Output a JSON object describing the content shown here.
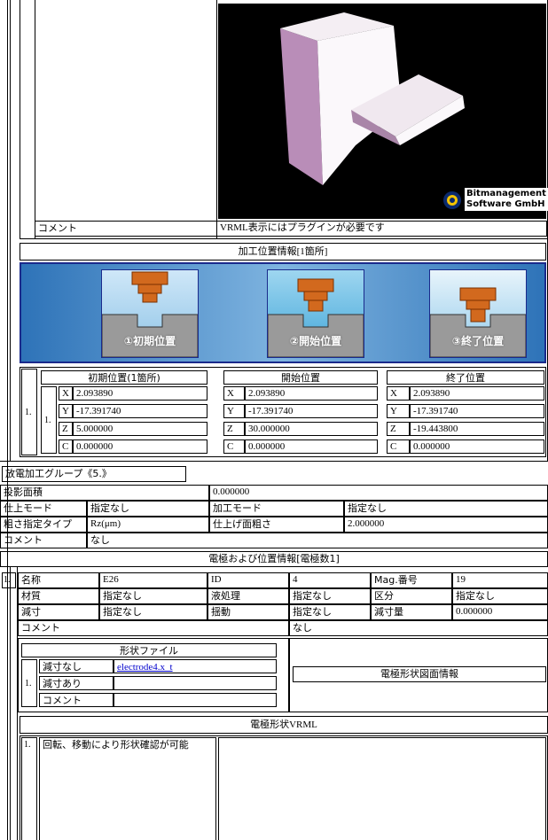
{
  "vrml_section": {
    "comment_label": "コメント",
    "comment_value": "VRML表示にはプラグインが必要です",
    "logo_line1": "Bitmanagement",
    "logo_line2": "Software GmbH"
  },
  "machining": {
    "title": "加工位置情報[1箇所]",
    "phase_labels": [
      "①初期位置",
      "②開始位置",
      "③終了位置"
    ],
    "row_index": "1.",
    "sub_index": "1.",
    "initial": {
      "header": "初期位置(1箇所)",
      "rows": [
        {
          "axis": "X",
          "value": "2.093890"
        },
        {
          "axis": "Y",
          "value": "-17.391740"
        },
        {
          "axis": "Z",
          "value": "5.000000"
        },
        {
          "axis": "C",
          "value": "0.000000"
        }
      ]
    },
    "start": {
      "header": "開始位置",
      "rows": [
        {
          "axis": "X",
          "value": "2.093890"
        },
        {
          "axis": "Y",
          "value": "-17.391740"
        },
        {
          "axis": "Z",
          "value": "30.000000"
        },
        {
          "axis": "C",
          "value": "0.000000"
        }
      ]
    },
    "end": {
      "header": "終了位置",
      "rows": [
        {
          "axis": "X",
          "value": "2.093890"
        },
        {
          "axis": "Y",
          "value": "-17.391740"
        },
        {
          "axis": "Z",
          "value": "-19.443800"
        },
        {
          "axis": "C",
          "value": "0.000000"
        }
      ]
    }
  },
  "group": {
    "title": "放電加工グループ《5.》",
    "projected_area_label": "投影面積",
    "projected_area_value": "0.000000",
    "finish_mode_label": "仕上モード",
    "finish_mode_value": "指定なし",
    "machining_mode_label": "加工モード",
    "machining_mode_value": "指定なし",
    "roughness_type_label": "粗さ指定タイプ",
    "roughness_type_value": "Rz(μm)",
    "finish_roughness_label": "仕上げ面粗さ",
    "finish_roughness_value": "2.000000",
    "comment_label": "コメント",
    "comment_value": "なし"
  },
  "electrode": {
    "title": "電極および位置情報[電極数1]",
    "index": "1.",
    "name_label": "名称",
    "name_value": "E26",
    "id_label": "ID",
    "id_value": "4",
    "mag_label": "Mag.番号",
    "mag_value": "19",
    "material_label": "材質",
    "material_value": "指定なし",
    "liquid_label": "液処理",
    "liquid_value": "指定なし",
    "class_label": "区分",
    "class_value": "指定なし",
    "reduction_label": "減寸",
    "reduction_value": "指定なし",
    "swing_label": "揺動",
    "swing_value": "指定なし",
    "reduction_amount_label": "減寸量",
    "reduction_amount_value": "0.000000",
    "comment_label": "コメント",
    "comment_value": "なし",
    "shape_file": {
      "title": "形状ファイル",
      "index": "1.",
      "no_reduction_label": "減寸なし",
      "no_reduction_link": "electrode4.x_t",
      "with_reduction_label": "減寸あり",
      "comment_label": "コメント"
    },
    "drawing_info_title": "電極形状図面情報",
    "vrml": {
      "title": "電極形状VRML",
      "index": "1.",
      "note": "回転、移動により形状確認が可能"
    }
  }
}
